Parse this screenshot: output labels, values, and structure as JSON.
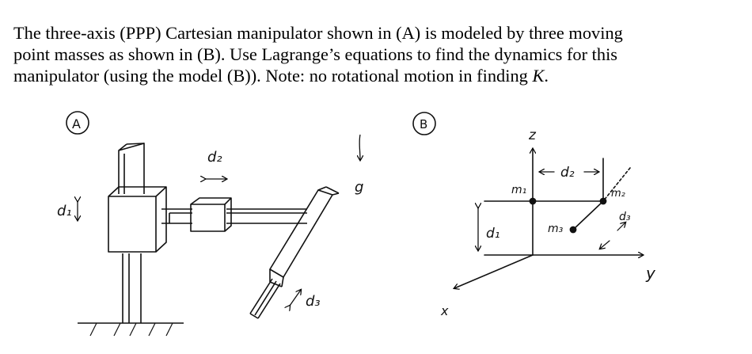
{
  "problem": {
    "line1": "The three-axis (PPP) Cartesian manipulator shown in (A) is modeled by three moving",
    "line2": "point masses as shown in (B). Use Lagrange’s equations to find the dynamics for this",
    "line3_prefix": "manipulator (using the model (B)). Note: no rotational motion in finding ",
    "line3_var": "K",
    "line3_suffix": "."
  },
  "figure_a": {
    "tag": "A",
    "d1": "d₁",
    "d2": "d₂",
    "d3": "d₃",
    "g": "g"
  },
  "figure_b": {
    "tag": "B",
    "z": "z",
    "y": "y",
    "x": "x",
    "d1": "d₁",
    "d2": "d₂",
    "d3": "d₃",
    "m1": "m₁",
    "m2": "m₂",
    "m3": "m₃"
  }
}
